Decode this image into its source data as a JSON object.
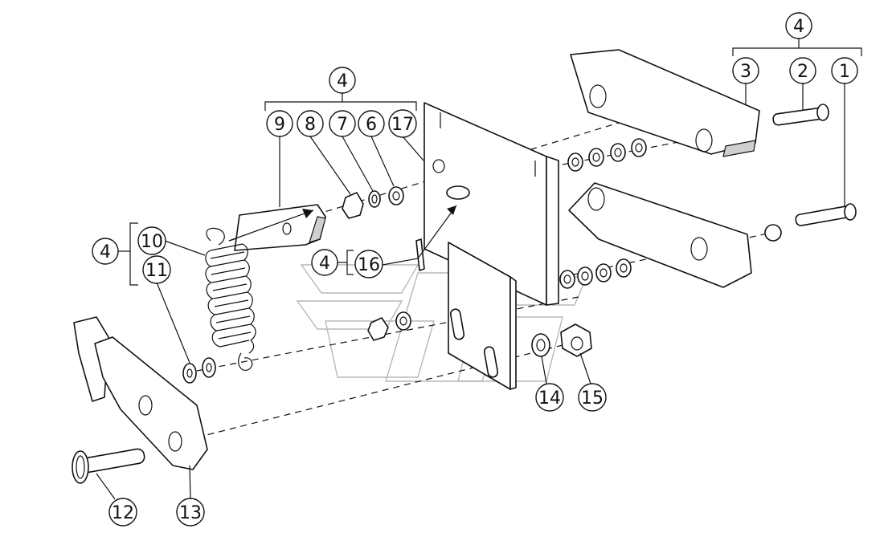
{
  "callouts": {
    "c1": "1",
    "c2": "2",
    "c3": "3",
    "c4_top": "4",
    "c4_mid": "4",
    "c4_left": "4",
    "c4_pin": "4",
    "c6": "6",
    "c7": "7",
    "c8": "8",
    "c9": "9",
    "c10": "10",
    "c11": "11",
    "c12": "12",
    "c13": "13",
    "c14": "14",
    "c15": "15",
    "c16": "16",
    "c17": "17"
  }
}
